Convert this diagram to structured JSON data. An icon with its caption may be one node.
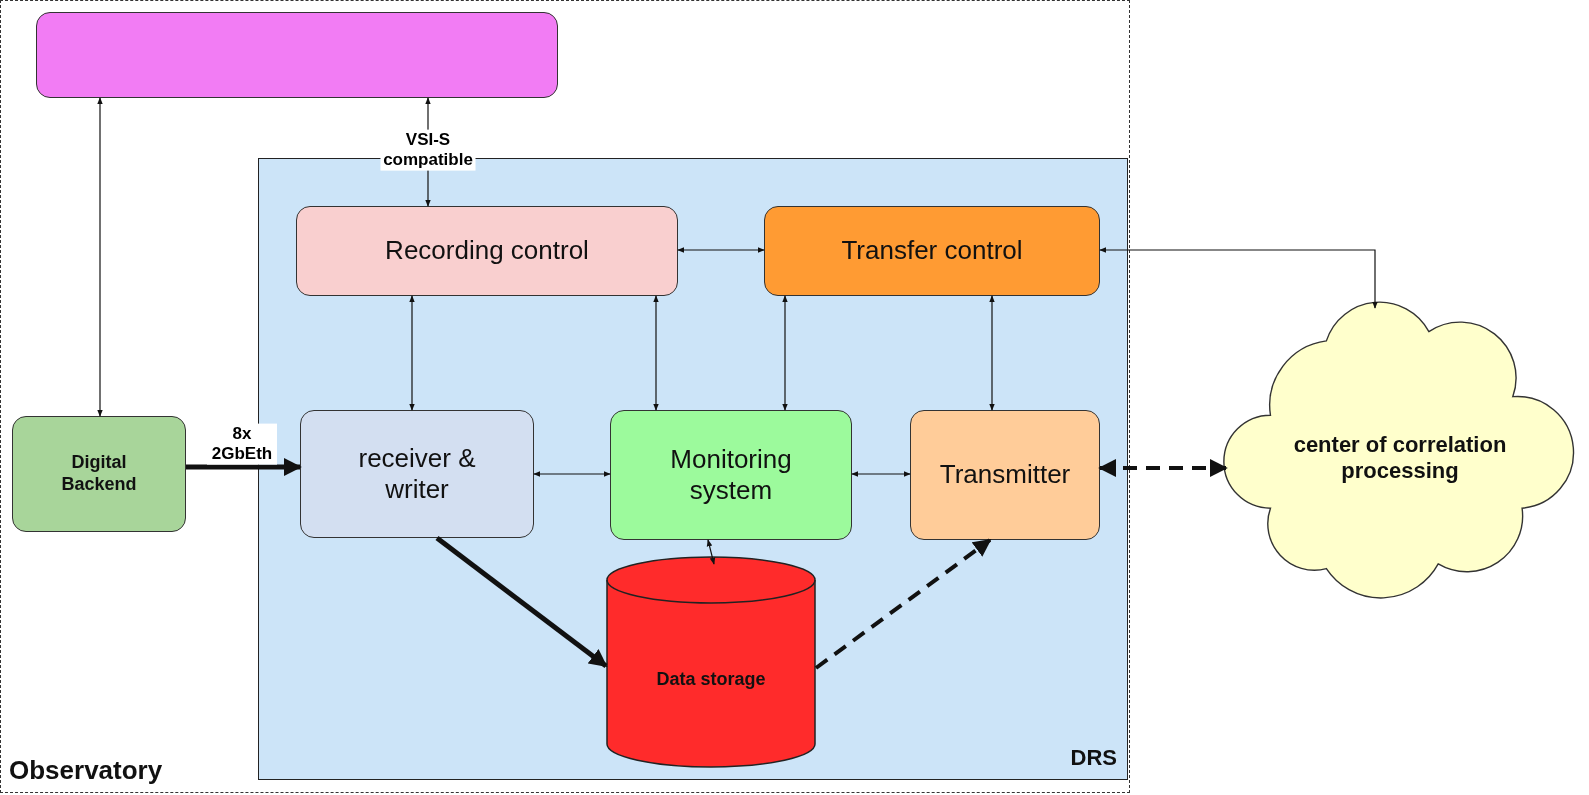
{
  "diagram": {
    "nodes": [
      {
        "text": [
          "Observatory"
        ]
      },
      {
        "text": [],
        "shape": "box",
        "in": 0
      },
      {
        "text": [
          "DRS"
        ],
        "in": 0
      },
      {
        "text": [
          "Recording control"
        ],
        "in": 2
      },
      {
        "text": [
          "Transfer control"
        ],
        "in": 2
      },
      {
        "text": [
          "Digital Backend"
        ],
        "in": 0
      },
      {
        "text": [
          "receiver & writer"
        ],
        "in": 2
      },
      {
        "text": [
          "Monitoring system"
        ],
        "in": 2
      },
      {
        "text": [
          "Transmitter"
        ],
        "in": 2
      },
      {
        "text": [
          "Data storage"
        ],
        "in": 2
      },
      {
        "text": [
          "center of correlation processing"
        ]
      }
    ],
    "edges": [
      {
        "from": 1,
        "to": 5,
        "arrow": "both"
      },
      {
        "from": 1,
        "to": 3,
        "arrow": "both",
        "label": "VSI-S compatible"
      },
      {
        "from": 3,
        "to": 4,
        "arrow": "both"
      },
      {
        "from": 4,
        "to": 10,
        "arrow": "both"
      },
      {
        "from": 3,
        "to": 6,
        "arrow": "both"
      },
      {
        "from": 3,
        "to": 7,
        "arrow": "both"
      },
      {
        "from": 4,
        "to": 7,
        "arrow": "both"
      },
      {
        "from": 4,
        "to": 8,
        "arrow": "both"
      },
      {
        "from": 6,
        "to": 7,
        "arrow": "both"
      },
      {
        "from": 7,
        "to": 8,
        "arrow": "both"
      },
      {
        "from": 7,
        "to": 9,
        "arrow": "both"
      },
      {
        "from": 5,
        "to": 6,
        "arrow": "to",
        "label": "8x 2GbEth",
        "style": "thick"
      },
      {
        "from": 6,
        "to": 9,
        "arrow": "to",
        "style": "thick"
      },
      {
        "from": 9,
        "to": 8,
        "arrow": "to",
        "style": "dashed"
      },
      {
        "from": 8,
        "to": 10,
        "arrow": "both",
        "style": "dashed"
      }
    ]
  }
}
